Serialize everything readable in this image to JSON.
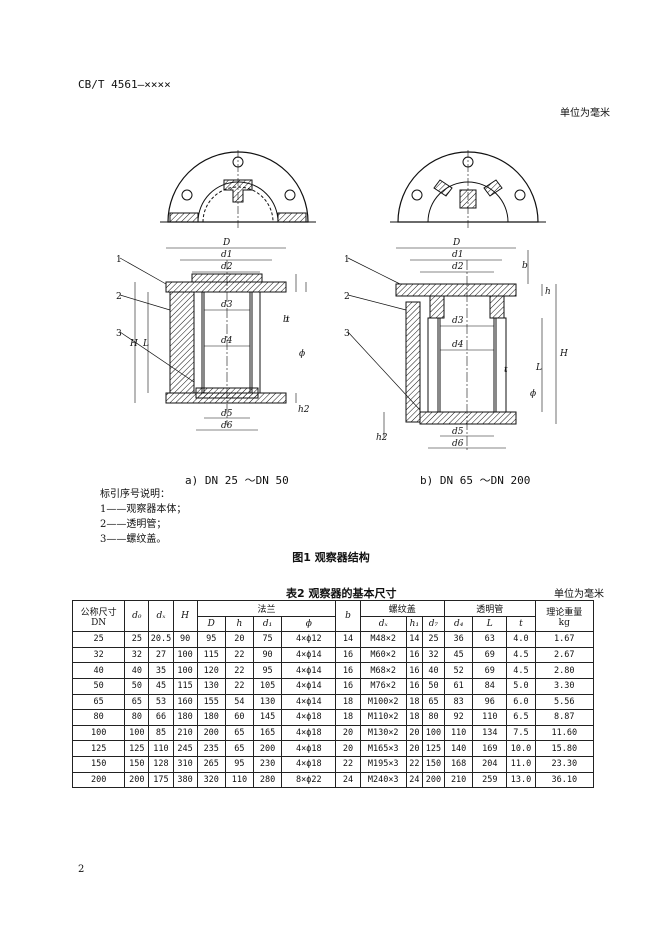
{
  "header": {
    "standard_code": "CB/T 4561—××××",
    "unit": "单位为毫米"
  },
  "figure": {
    "caption_a": "a)  DN 25 ～DN 50",
    "caption_b": "b)  DN 65 ～DN 200",
    "notes_title": "标引序号说明：",
    "notes": [
      "1——观察器本体；",
      "2——透明管；",
      "3——螺纹盖。"
    ],
    "title": "图1  观察器结构",
    "labels": {
      "n1": "1",
      "n2": "2",
      "n3": "3",
      "D": "D",
      "d1": "d1",
      "d2": "d2",
      "d3": "d3",
      "d4": "d4",
      "d5": "d5",
      "d6": "d6",
      "H": "H",
      "L": "L",
      "h": "h",
      "b": "b",
      "t": "t",
      "phi": "ϕ",
      "h2": "h2"
    }
  },
  "table": {
    "title": "表2  观察器的基本尺寸",
    "unit": "单位为毫米",
    "headers": {
      "dn": "公称尺寸",
      "dn2": "DN",
      "d0": "d₀",
      "dx": "dₓ",
      "H": "H",
      "flange": "法兰",
      "b": "b",
      "thread_cap": "螺纹盖",
      "tube": "透明管",
      "weight": "理论重量",
      "weight_unit": "kg",
      "sub": [
        "D",
        "h",
        "d₁",
        "ϕ",
        "dₓ",
        "h₁",
        "d₇",
        "d₄",
        "L",
        "t"
      ]
    },
    "rows": [
      [
        "25",
        "25",
        "20.5",
        "90",
        "95",
        "20",
        "75",
        "4×ϕ12",
        "14",
        "M48×2",
        "14",
        "25",
        "36",
        "63",
        "4.0",
        "1.67"
      ],
      [
        "32",
        "32",
        "27",
        "100",
        "115",
        "22",
        "90",
        "4×ϕ14",
        "16",
        "M60×2",
        "16",
        "32",
        "45",
        "69",
        "4.5",
        "2.67"
      ],
      [
        "40",
        "40",
        "35",
        "100",
        "120",
        "22",
        "95",
        "4×ϕ14",
        "16",
        "M68×2",
        "16",
        "40",
        "52",
        "69",
        "4.5",
        "2.80"
      ],
      [
        "50",
        "50",
        "45",
        "115",
        "130",
        "22",
        "105",
        "4×ϕ14",
        "16",
        "M76×2",
        "16",
        "50",
        "61",
        "84",
        "5.0",
        "3.30"
      ],
      [
        "65",
        "65",
        "53",
        "160",
        "155",
        "54",
        "130",
        "4×ϕ14",
        "18",
        "M100×2",
        "18",
        "65",
        "83",
        "96",
        "6.0",
        "5.56"
      ],
      [
        "80",
        "80",
        "66",
        "180",
        "180",
        "60",
        "145",
        "4×ϕ18",
        "18",
        "M110×2",
        "18",
        "80",
        "92",
        "110",
        "6.5",
        "8.87"
      ],
      [
        "100",
        "100",
        "85",
        "210",
        "200",
        "65",
        "165",
        "4×ϕ18",
        "20",
        "M130×2",
        "20",
        "100",
        "110",
        "134",
        "7.5",
        "11.60"
      ],
      [
        "125",
        "125",
        "110",
        "245",
        "235",
        "65",
        "200",
        "4×ϕ18",
        "20",
        "M165×3",
        "20",
        "125",
        "140",
        "169",
        "10.0",
        "15.80"
      ],
      [
        "150",
        "150",
        "128",
        "310",
        "265",
        "95",
        "230",
        "4×ϕ18",
        "22",
        "M195×3",
        "22",
        "150",
        "168",
        "204",
        "11.0",
        "23.30"
      ],
      [
        "200",
        "200",
        "175",
        "380",
        "320",
        "110",
        "280",
        "8×ϕ22",
        "24",
        "M240×3",
        "24",
        "200",
        "210",
        "259",
        "13.0",
        "36.10"
      ]
    ]
  },
  "page_number": "2"
}
